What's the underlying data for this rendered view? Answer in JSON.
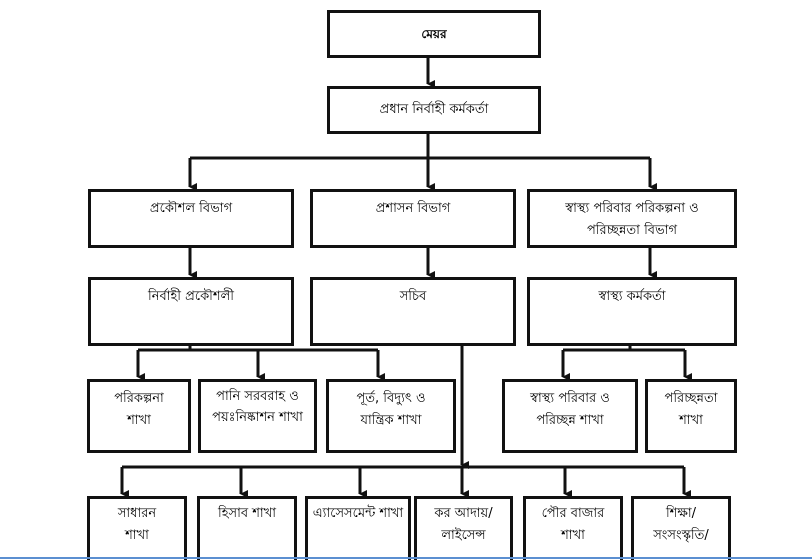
{
  "mayor": "মেয়র",
  "ceo": "প্রধান নির্বাহী কর্মকর্তা",
  "departments": [
    {
      "label": "প্রকৌশল বিভাগ"
    },
    {
      "label": "প্রশাসন বিভাগ"
    },
    {
      "label": "স্বাস্থ্য পরিবার পরিকল্পনা ও পরিচ্ছন্নতা বিভাগ"
    }
  ],
  "officers": [
    {
      "label": "নির্বাহী প্রকৌশলী"
    },
    {
      "label": "সচিব"
    },
    {
      "label": "স্বাস্থ্য কর্মকর্তা"
    }
  ],
  "engineering_branches": [
    {
      "label": "পরিকল্পনা শাখা"
    },
    {
      "label": "পানি সরবরাহ ও পয়ঃনিষ্কাশন শাখা"
    },
    {
      "label": "পূর্ত, বিদ্যুৎ ও যান্ত্রিক শাখা"
    }
  ],
  "health_branches": [
    {
      "label": "স্বাস্থ্য পরিবার ও পরিচ্ছন্ন শাখা"
    },
    {
      "label": "পরিচ্ছন্নতা শাখা"
    }
  ],
  "admin_branches": [
    {
      "label": "সাধারন শাখা"
    },
    {
      "label": "হিসাব শাখা"
    },
    {
      "label": "এ্যাসেসমেন্ট শাখা"
    },
    {
      "label": "কর আদায়/ লাইসেন্স"
    },
    {
      "label": "পৌর বাজার শাখা"
    },
    {
      "label": "শিক্ষা/ সংসংস্কৃতি/"
    }
  ]
}
